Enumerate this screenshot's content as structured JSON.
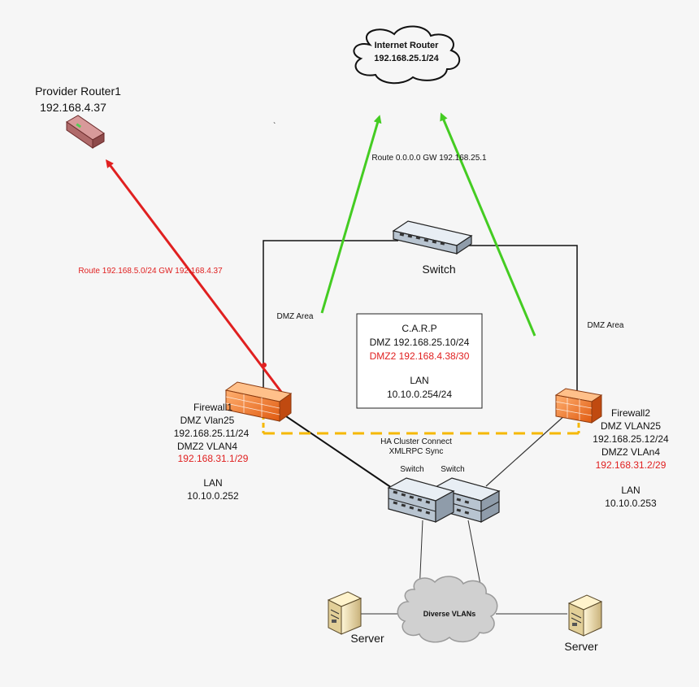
{
  "internet_router": {
    "name": "Internet Router",
    "ip": "192.168.25.1/24"
  },
  "provider_router": {
    "name": "Provider Router1",
    "ip": "192.168.4.37"
  },
  "route_default": "Route 0.0.0.0 GW 192.168.25.1",
  "route_provider": "Route 192.168.5.0/24 GW 192.168.4.37",
  "switch_top": "Switch",
  "dmz_area_left": "DMZ Area",
  "dmz_area_right": "DMZ Area",
  "carp": {
    "title": "C.A.R.P",
    "dmz": "DMZ 192.168.25.10/24",
    "dmz2": "DMZ2 192.168.4.38/30",
    "lan_label": "LAN",
    "lan_ip": "10.10.0.254/24"
  },
  "firewall1": {
    "name": "Firewall1",
    "dmz": "DMZ Vlan25",
    "dmz_ip": "192.168.25.11/24",
    "dmz2": "DMZ2 VLAN4",
    "dmz2_ip": "192.168.31.1/29",
    "lan_label": "LAN",
    "lan_ip": "10.10.0.252"
  },
  "firewall2": {
    "name": "Firewall2",
    "dmz": "DMZ VLAN25",
    "dmz_ip": "192.168.25.12/24",
    "dmz2": "DMZ2 VLAn4",
    "dmz2_ip": "192.168.31.2/29",
    "lan_label": "LAN",
    "lan_ip": "10.10.0.253"
  },
  "ha_cluster": {
    "line1": "HA Cluster Connect",
    "line2": "XMLRPC Sync"
  },
  "switch_bottom_left": "Switch",
  "switch_bottom_right": "Switch",
  "cloud_vlans": "Diverse VLANs",
  "server_left": "Server",
  "server_right": "Server",
  "colors": {
    "green": "#44cc22",
    "red": "#e02020",
    "orange": "#f5b800",
    "firewall": "#f07a2a"
  }
}
